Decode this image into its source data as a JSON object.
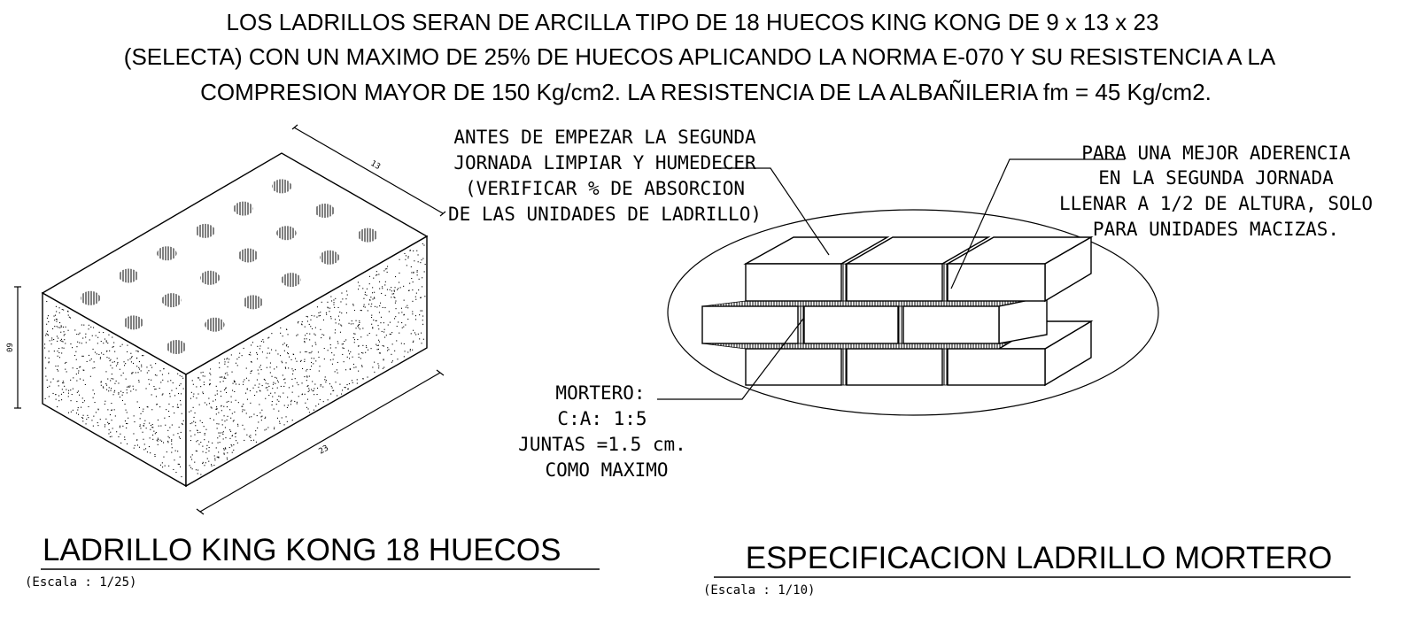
{
  "header": {
    "lines": [
      "LOS LADRILLOS SERAN DE ARCILLA TIPO DE 18 HUECOS KING KONG DE 9 x 13 x 23",
      "(SELECTA) CON UN MAXIMO DE 25% DE HUECOS APLICANDO LA NORMA E-070 Y SU RESISTENCIA A LA",
      "COMPRESION MAYOR DE 150 Kg/cm2. LA RESISTENCIA DE LA ALBAÑILERIA fm = 45 Kg/cm2."
    ]
  },
  "brick_detail": {
    "dimensions": {
      "width": "13",
      "height": "09",
      "length": "23"
    },
    "title": "LADRILLO KING KONG 18 HUECOS",
    "scale": "(Escala : 1/25)"
  },
  "wall_detail": {
    "note_clean": [
      "ANTES DE EMPEZAR LA SEGUNDA",
      "JORNADA LIMPIAR Y HUMEDECER",
      "(VERIFICAR % DE ABSORCION",
      "DE LAS UNIDADES DE LADRILLO)"
    ],
    "note_adherence": [
      "PARA UNA MEJOR ADERENCIA",
      "EN LA SEGUNDA JORNADA",
      "LLENAR A 1/2 DE ALTURA, SOLO",
      "PARA UNIDADES MACIZAS."
    ],
    "note_mortar": [
      "MORTERO:",
      "C:A: 1:5",
      "JUNTAS =1.5 cm.",
      "COMO MAXIMO"
    ],
    "title": "ESPECIFICACION LADRILLO MORTERO",
    "scale": "(Escala : 1/10)"
  }
}
